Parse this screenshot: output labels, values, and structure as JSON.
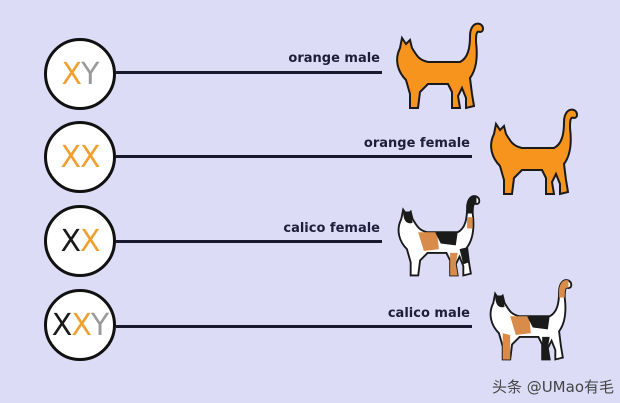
{
  "colors": {
    "background": "#dcdcf7",
    "orange": "#f0a030",
    "gray": "#9a9a9a",
    "black": "#1a1a1a",
    "cat_orange": "#f7941d"
  },
  "rows": [
    {
      "chromosomes": [
        {
          "letter": "X",
          "color": "orange"
        },
        {
          "letter": "Y",
          "color": "gray"
        }
      ],
      "label": "orange male",
      "cat": "orange"
    },
    {
      "chromosomes": [
        {
          "letter": "X",
          "color": "orange"
        },
        {
          "letter": "X",
          "color": "orange"
        }
      ],
      "label": "orange female",
      "cat": "orange"
    },
    {
      "chromosomes": [
        {
          "letter": "X",
          "color": "black"
        },
        {
          "letter": "X",
          "color": "orange"
        }
      ],
      "label": "calico female",
      "cat": "calico"
    },
    {
      "chromosomes": [
        {
          "letter": "X",
          "color": "black"
        },
        {
          "letter": "X",
          "color": "orange"
        },
        {
          "letter": "Y",
          "color": "gray"
        }
      ],
      "label": "calico male",
      "cat": "calico"
    }
  ],
  "watermark": "头条 @UMao有毛"
}
